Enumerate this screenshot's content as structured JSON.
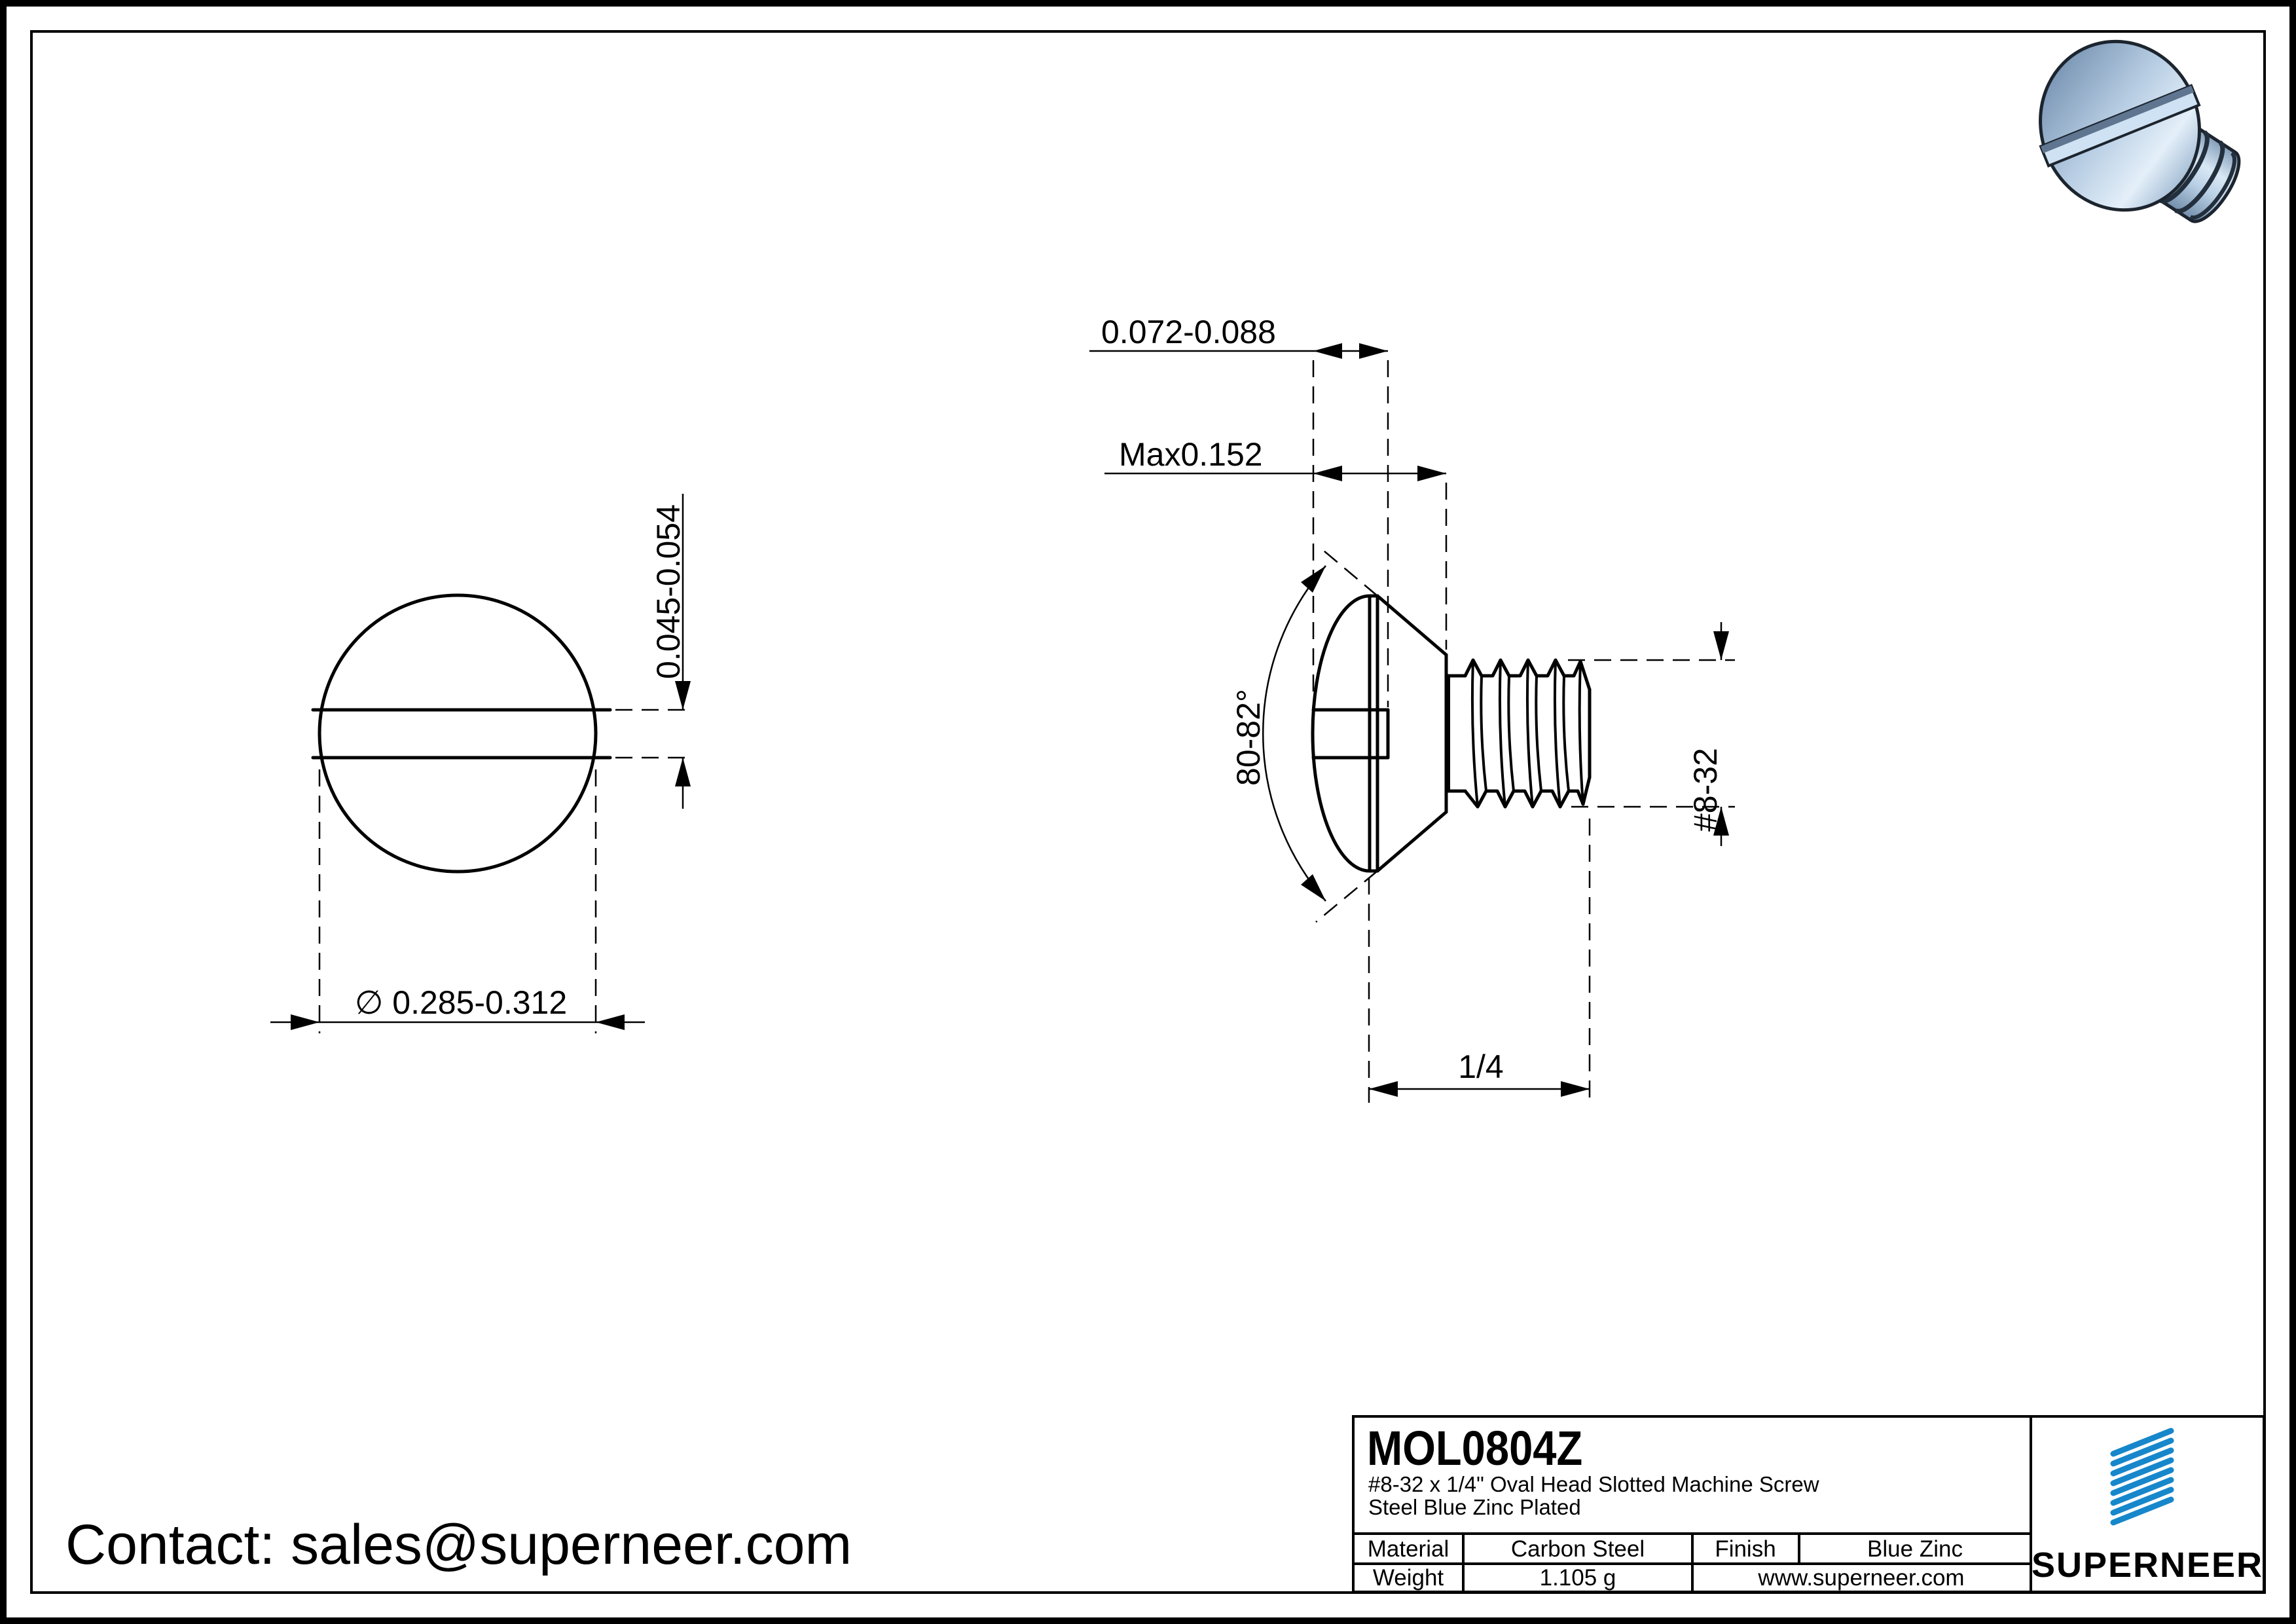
{
  "page": {
    "contact": "Contact: sales@superneer.com"
  },
  "front_view": {
    "slot_width": "0.045-0.054",
    "head_diameter": "∅ 0.285-0.312"
  },
  "side_view": {
    "slot_depth": "0.072-0.088",
    "head_height": "Max0.152",
    "head_angle": "80-82°",
    "thread_spec": "#8-32",
    "length": "1/4"
  },
  "title_block": {
    "part_number": "MOL0804Z",
    "description_line1": "#8-32 x 1/4\" Oval Head Slotted Machine Screw",
    "description_line2": "Steel Blue Zinc Plated",
    "material_label": "Material",
    "material_value": "Carbon Steel",
    "finish_label": "Finish",
    "finish_value": "Blue Zinc",
    "weight_label": "Weight",
    "weight_value": "1.105 g",
    "website": "www.superneer.com",
    "brand": "SUPERNEER"
  },
  "colors": {
    "accent_blue": "#1787cb",
    "link_blue": "#1f8fd6",
    "line_black": "#000000",
    "screw_light": "#dce9f6",
    "screw_mid": "#aac3dc",
    "screw_dark": "#76929f"
  }
}
